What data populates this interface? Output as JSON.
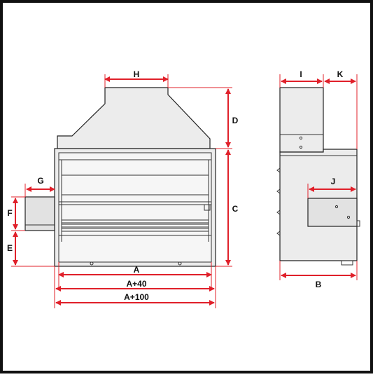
{
  "dimensions": {
    "H": "H",
    "I": "I",
    "K": "K",
    "D": "D",
    "C": "C",
    "G": "G",
    "F": "F",
    "E": "E",
    "J": "J",
    "A": "A",
    "A40": "A+40",
    "A100": "A+100",
    "B": "B"
  },
  "colors": {
    "dimension_line": "#e0202a",
    "outline": "#222222",
    "fill": "#ececec"
  }
}
